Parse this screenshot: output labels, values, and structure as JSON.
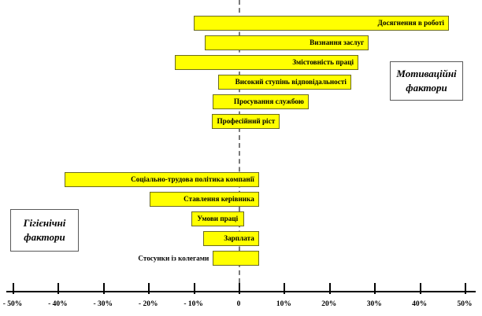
{
  "chart_data": {
    "type": "bar",
    "title": "",
    "subtitle": "",
    "xlabel": "",
    "ylabel": "",
    "orientation": "horizontal",
    "grid": false,
    "legend_position": "inline-boxes",
    "xlim": [
      -50,
      50
    ],
    "xticks": [
      -50,
      -40,
      -30,
      -20,
      -10,
      0,
      10,
      20,
      30,
      40,
      50
    ],
    "xtick_labels": [
      "- 50%",
      "- 40%",
      "- 30%",
      "- 20%",
      "- 10%",
      "0",
      "10%",
      "20%",
      "30%",
      "40%",
      "50%"
    ],
    "zero_line": 0,
    "bar_fill_color": "#ffff00",
    "bar_border_color": "#6b6b1f",
    "groups": [
      {
        "name": "Мотиваційні фактори",
        "caption_line1": "Мотиваційні",
        "caption_line2": "фактори"
      },
      {
        "name": "Гігієнічні фактори",
        "caption_line1": "Гігієнічні",
        "caption_line2": "фактори"
      }
    ],
    "bars": [
      {
        "label": "Досягнення в роботі",
        "group": "motivational",
        "start": -10.0,
        "end": 46.5,
        "label_pos": "inside-right"
      },
      {
        "label": "Визнання заслуг",
        "group": "motivational",
        "start": -7.5,
        "end": 28.8,
        "label_pos": "inside-right"
      },
      {
        "label": "Змістовність праці",
        "group": "motivational",
        "start": -14.1,
        "end": 26.5,
        "label_pos": "inside-right"
      },
      {
        "label": "Високий ступінь відповідальності",
        "group": "motivational",
        "start": -4.5,
        "end": 24.9,
        "label_pos": "inside-right"
      },
      {
        "label": "Просування службою",
        "group": "motivational",
        "start": -5.7,
        "end": 15.5,
        "label_pos": "inside-right"
      },
      {
        "label": "Професійний ріст",
        "group": "motivational",
        "start": -5.9,
        "end": 9.1,
        "label_pos": "inside-right"
      },
      {
        "label": "Соціально-трудова політика компанії",
        "group": "hygienic",
        "start": -38.5,
        "end": 4.5,
        "label_pos": "inside-right"
      },
      {
        "label": "Ставлення керівника",
        "group": "hygienic",
        "start": -19.7,
        "end": 4.5,
        "label_pos": "inside-right"
      },
      {
        "label": "Умови праці",
        "group": "hygienic",
        "start": -10.5,
        "end": 1.2,
        "label_pos": "inside-center"
      },
      {
        "label": "Зарплата",
        "group": "hygienic",
        "start": -7.8,
        "end": 4.5,
        "label_pos": "inside-right"
      },
      {
        "label": "Стосунки із колегами",
        "group": "hygienic",
        "start": -5.7,
        "end": 4.5,
        "label_pos": "outside-left"
      }
    ]
  }
}
